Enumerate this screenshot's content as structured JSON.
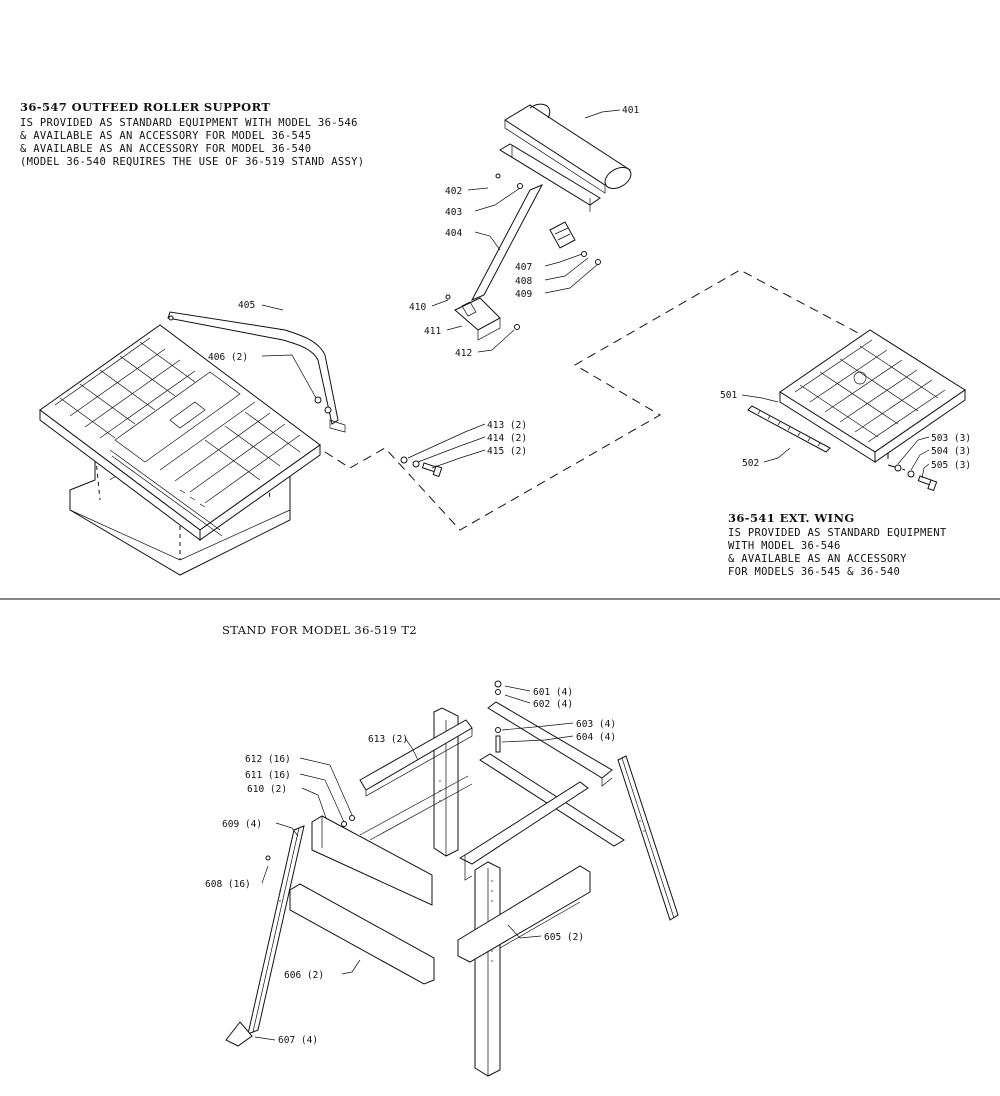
{
  "outfeed": {
    "title": "36-547 OUTFEED ROLLER SUPPORT",
    "lines": [
      "IS PROVIDED AS STANDARD EQUIPMENT WITH MODEL 36-546",
      "& AVAILABLE AS AN ACCESSORY FOR MODEL 36-545",
      "& AVAILABLE AS AN ACCESSORY FOR MODEL 36-540",
      "(MODEL 36-540 REQUIRES THE USE OF 36-519 STAND ASSY)"
    ]
  },
  "wing": {
    "title": "36-541 EXT. WING",
    "lines": [
      "IS PROVIDED AS STANDARD EQUIPMENT",
      "WITH MODEL 36-546",
      "& AVAILABLE AS AN ACCESSORY",
      "FOR MODELS 36-545 & 36-540"
    ]
  },
  "stand": {
    "title": "STAND FOR MODEL 36-519 T2"
  },
  "parts": {
    "p401": "401",
    "p402": "402",
    "p403": "403",
    "p404": "404",
    "p405": "405",
    "p406": "406 (2)",
    "p407": "407",
    "p408": "408",
    "p409": "409",
    "p410": "410",
    "p411": "411",
    "p412": "412",
    "p413": "413 (2)",
    "p414": "414 (2)",
    "p415": "415 (2)",
    "p501": "501",
    "p502": "502",
    "p503": "503 (3)",
    "p504": "504 (3)",
    "p505": "505 (3)",
    "p601": "601 (4)",
    "p602": "602 (4)",
    "p603": "603 (4)",
    "p604": "604 (4)",
    "p605": "605 (2)",
    "p606": "606 (2)",
    "p607": "607 (4)",
    "p608": "608 (16)",
    "p609": "609 (4)",
    "p610": "610 (2)",
    "p611": "611 (16)",
    "p612": "612 (16)",
    "p613": "613 (2)"
  }
}
